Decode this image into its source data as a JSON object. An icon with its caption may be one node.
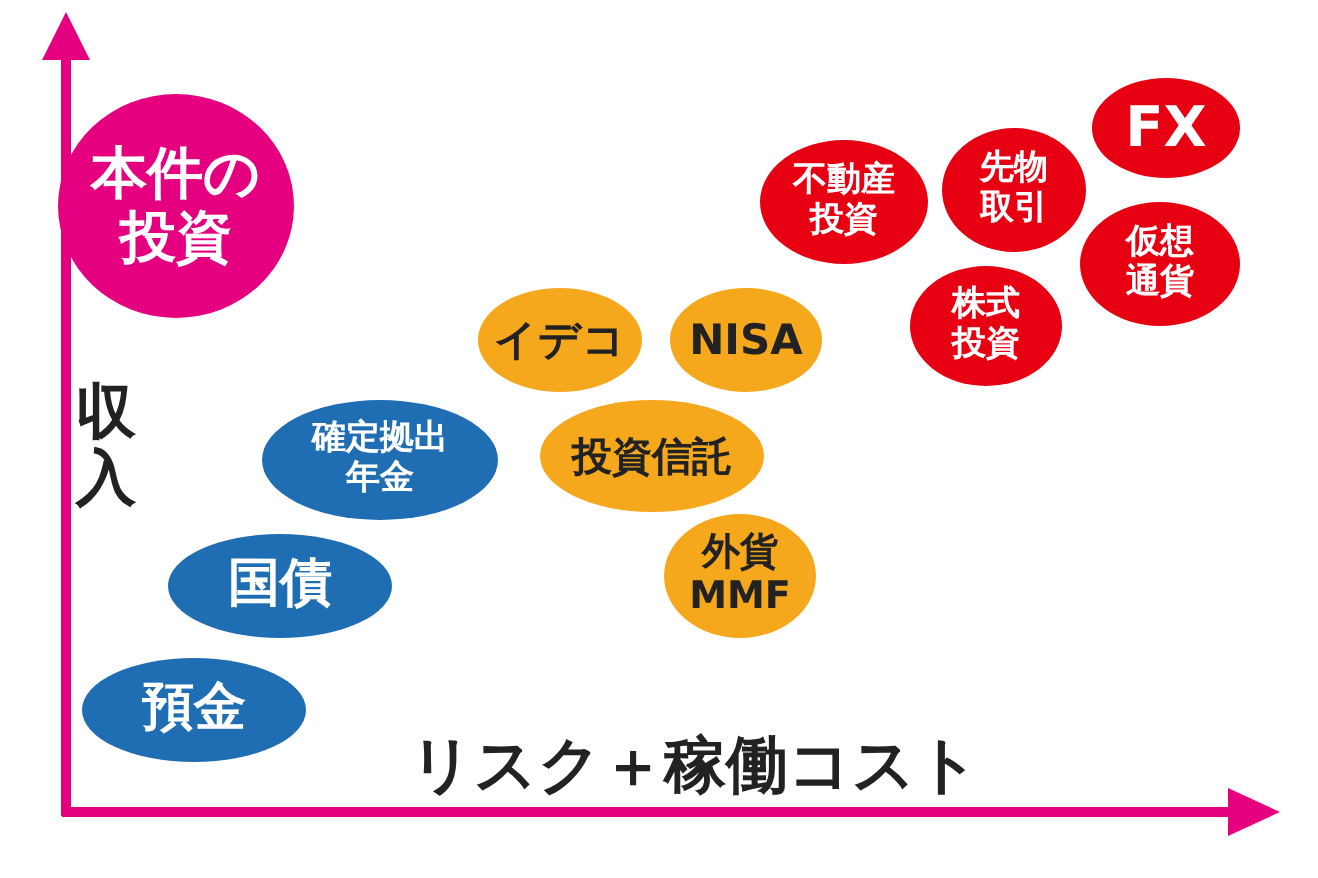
{
  "diagram": {
    "nodes": [
      {
        "text": [
          "本件の投資"
        ]
      },
      {
        "text": [
          "FX"
        ]
      },
      {
        "text": [
          "不動産投資"
        ]
      },
      {
        "text": [
          "先物取引"
        ]
      },
      {
        "text": [
          "仮想通貨"
        ]
      },
      {
        "text": [
          "株式投資"
        ]
      },
      {
        "text": [
          "イデコ"
        ]
      },
      {
        "text": [
          "NISA"
        ]
      },
      {
        "text": [
          "確定拠出年金"
        ]
      },
      {
        "text": [
          "投資信託"
        ]
      },
      {
        "text": [
          "外貨MMF"
        ]
      },
      {
        "text": [
          "国債"
        ]
      },
      {
        "text": [
          "預金"
        ]
      }
    ],
    "labels": [
      "収入",
      "リスク＋稼働コスト"
    ]
  }
}
